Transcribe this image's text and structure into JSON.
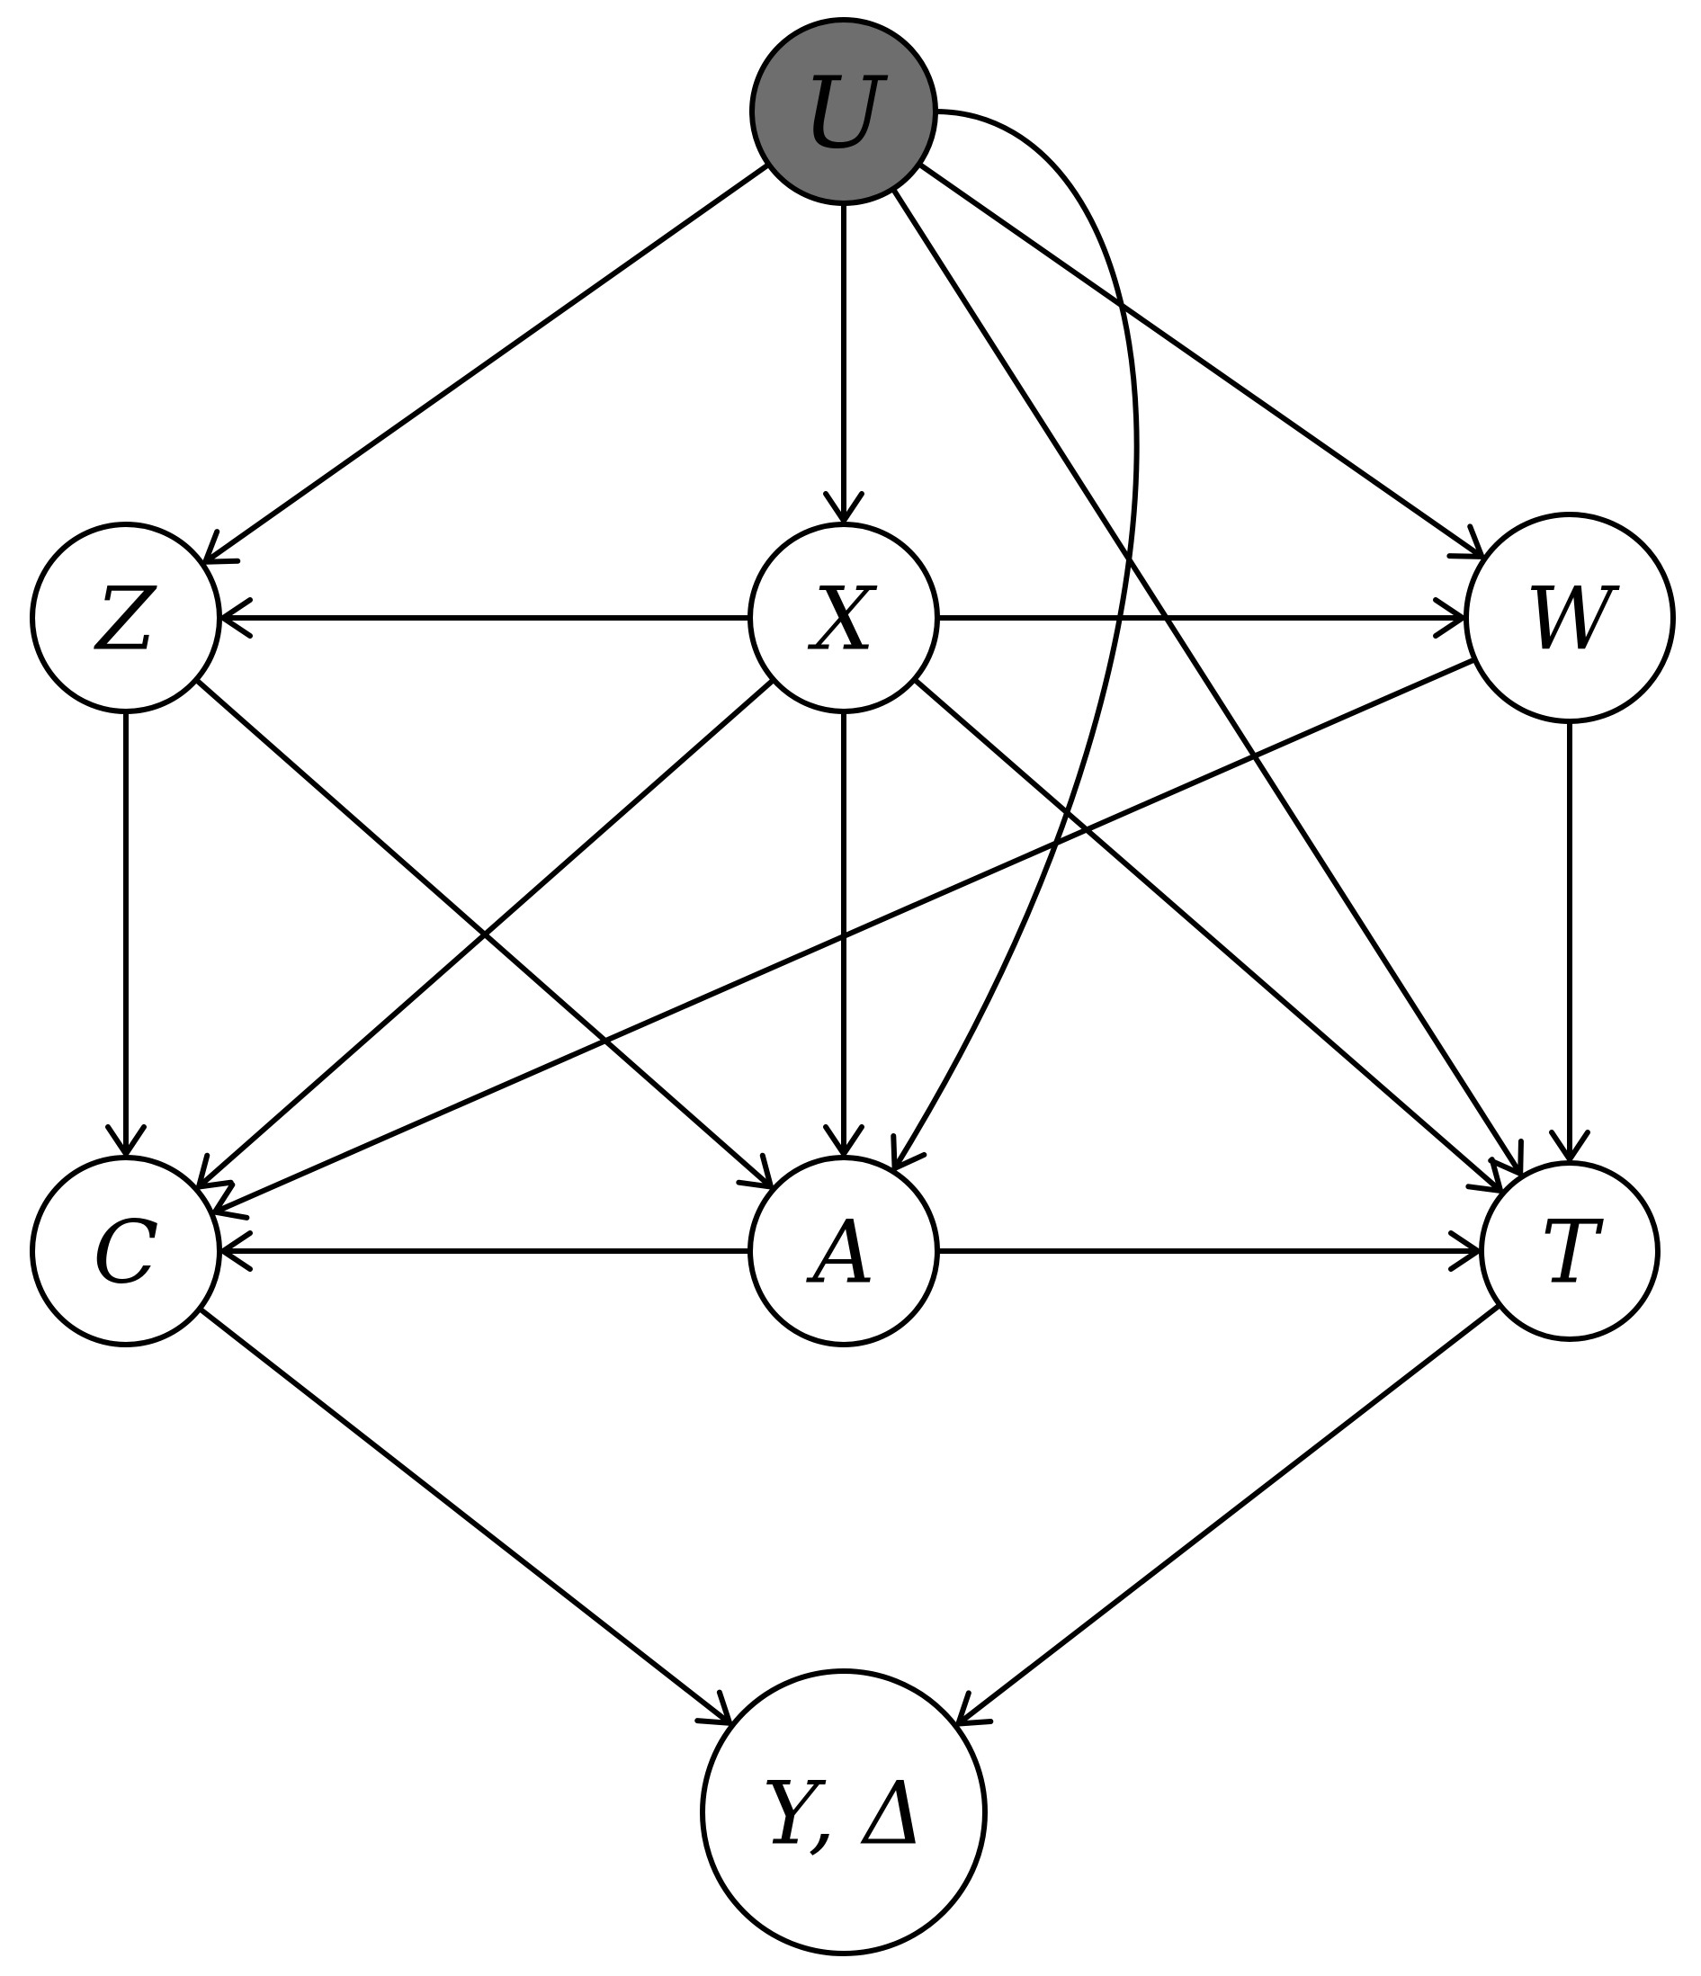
{
  "nodes": [
    {
      "id": "U",
      "label": "U",
      "fill": "#6e6e6e",
      "latent": true
    },
    {
      "id": "Z",
      "label": "Z",
      "fill": "#ffffff"
    },
    {
      "id": "X",
      "label": "X",
      "fill": "#ffffff"
    },
    {
      "id": "W",
      "label": "W",
      "fill": "#ffffff"
    },
    {
      "id": "C",
      "label": "C",
      "fill": "#ffffff"
    },
    {
      "id": "A",
      "label": "A",
      "fill": "#ffffff"
    },
    {
      "id": "T",
      "label": "T",
      "fill": "#ffffff"
    },
    {
      "id": "Y",
      "label": "Y, Δ",
      "fill": "#ffffff"
    }
  ],
  "edges": [
    {
      "from": "U",
      "to": "Z"
    },
    {
      "from": "U",
      "to": "X"
    },
    {
      "from": "U",
      "to": "W"
    },
    {
      "from": "U",
      "to": "T"
    },
    {
      "from": "U",
      "to": "A",
      "curved": true
    },
    {
      "from": "X",
      "to": "Z"
    },
    {
      "from": "X",
      "to": "W"
    },
    {
      "from": "X",
      "to": "C"
    },
    {
      "from": "X",
      "to": "A"
    },
    {
      "from": "X",
      "to": "T"
    },
    {
      "from": "Z",
      "to": "C"
    },
    {
      "from": "Z",
      "to": "A"
    },
    {
      "from": "W",
      "to": "C"
    },
    {
      "from": "W",
      "to": "T"
    },
    {
      "from": "A",
      "to": "C"
    },
    {
      "from": "A",
      "to": "T"
    },
    {
      "from": "C",
      "to": "Y"
    },
    {
      "from": "T",
      "to": "Y"
    }
  ]
}
